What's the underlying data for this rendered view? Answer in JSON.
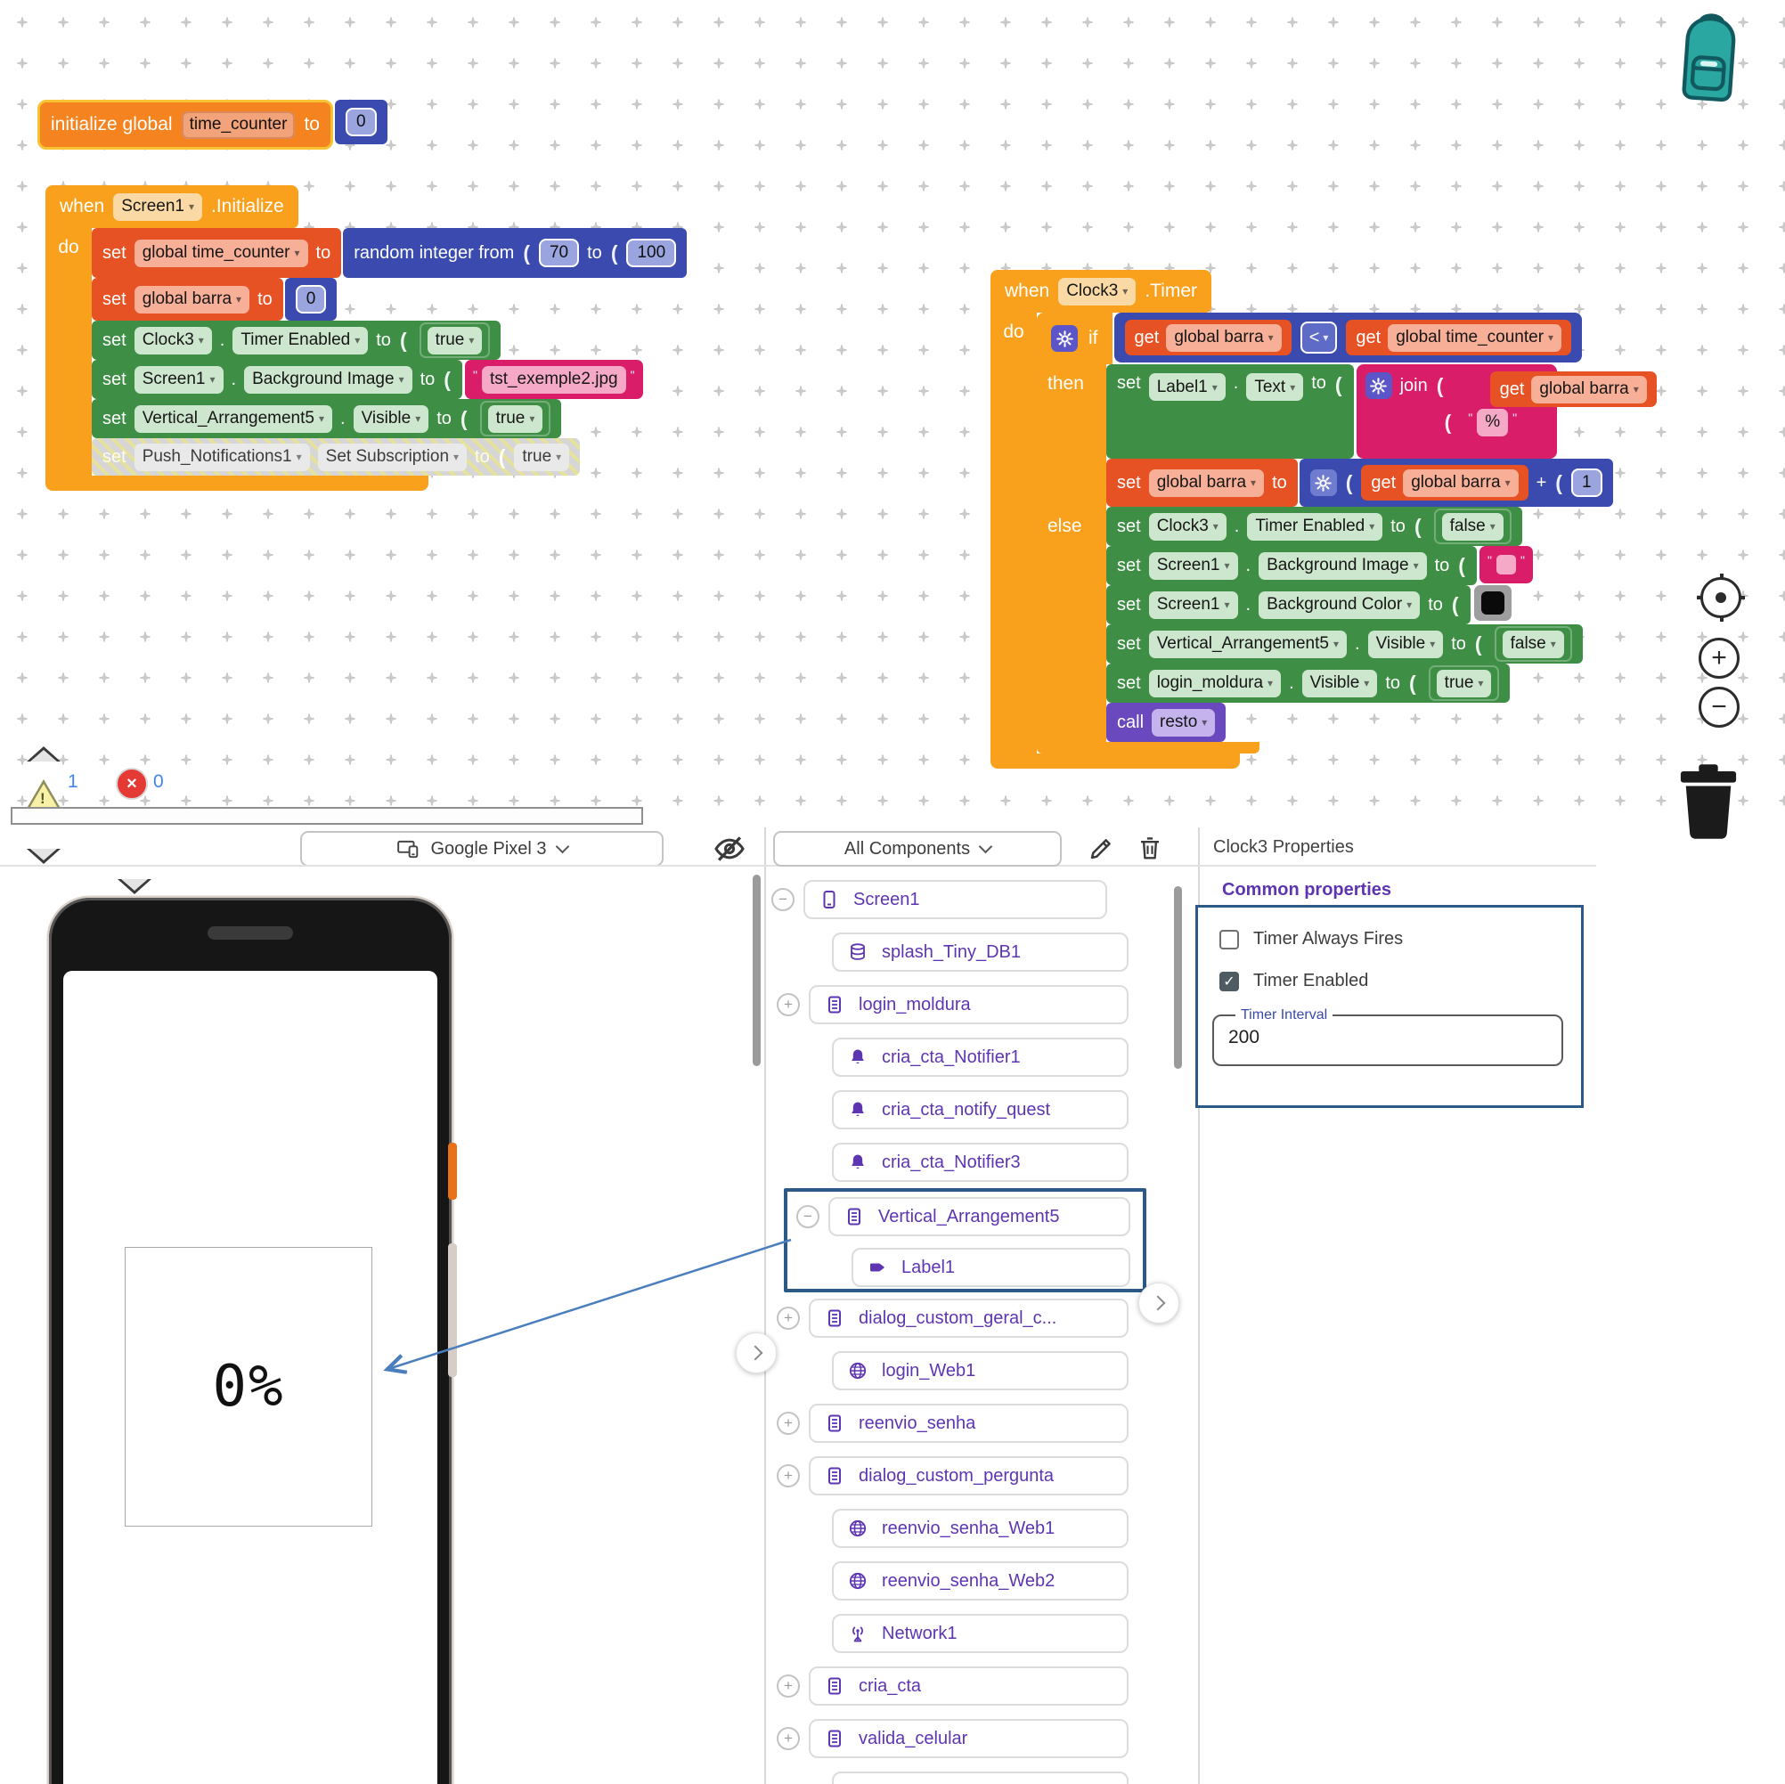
{
  "icons": {
    "dropdown_arrow": "▾",
    "quote": "\"",
    "check": "✓",
    "warning_mark": "!",
    "error_mark": "×",
    "plus": "+",
    "minus": "−"
  },
  "punct": {
    "dot": "."
  },
  "colors": {
    "event_orange": "#F9A11D",
    "variable_red": "#E65224",
    "component_green": "#3E8F45",
    "math_blue": "#3A4AAE",
    "text_pink": "#DA1D68",
    "procedure_purple": "#6A49BE",
    "selection_blue": "#2D5986",
    "component_purple": "#5E35B1"
  },
  "blocks": {
    "init_global": {
      "keyword": "initialize global",
      "name": "time_counter",
      "to": "to",
      "value": "0"
    },
    "screen_init": {
      "when": "when",
      "component": "Screen1",
      "event": ".Initialize",
      "do": "do",
      "set_time_counter": {
        "set": "set",
        "variable": "global time_counter",
        "to": "to",
        "random": "random integer from",
        "from": "70",
        "to_word": "to",
        "to_value": "100"
      },
      "set_barra": {
        "set": "set",
        "variable": "global barra",
        "to": "to",
        "value": "0"
      },
      "set_clock_enabled": {
        "set": "set",
        "component": "Clock3",
        "property": "Timer Enabled",
        "to": "to",
        "value": "true"
      },
      "set_bg_image": {
        "set": "set",
        "component": "Screen1",
        "property": "Background Image",
        "to": "to",
        "value": "tst_exemple2.jpg"
      },
      "set_va_visible": {
        "set": "set",
        "component": "Vertical_Arrangement5",
        "property": "Visible",
        "to": "to",
        "value": "true"
      },
      "set_push": {
        "set": "set",
        "component": "Push_Notifications1",
        "property": "Set Subscription",
        "to": "to",
        "value": "true"
      }
    },
    "clock_timer": {
      "when": "when",
      "component": "Clock3",
      "event": ".Timer",
      "do": "do",
      "if": "if",
      "then": "then",
      "else": "else",
      "cond": {
        "get_a": "get",
        "var_a": "global barra",
        "op": "<",
        "get_b": "get",
        "var_b": "global time_counter"
      },
      "set_label_text": {
        "set": "set",
        "component": "Label1",
        "property": "Text",
        "to": "to",
        "join": "join",
        "get": "get",
        "variable": "global barra",
        "string": "%"
      },
      "inc_barra": {
        "set": "set",
        "variable": "global barra",
        "to": "to",
        "get": "get",
        "get_variable": "global barra",
        "op": "+",
        "value": "1"
      },
      "set_clock_disabled": {
        "set": "set",
        "component": "Clock3",
        "property": "Timer Enabled",
        "to": "to",
        "value": "false"
      },
      "set_bg_image_empty": {
        "set": "set",
        "component": "Screen1",
        "property": "Background Image",
        "to": "to"
      },
      "set_bg_color": {
        "set": "set",
        "component": "Screen1",
        "property": "Background Color",
        "to": "to"
      },
      "set_va_hidden": {
        "set": "set",
        "component": "Vertical_Arrangement5",
        "property": "Visible",
        "to": "to",
        "value": "false"
      },
      "set_login_visible": {
        "set": "set",
        "component": "login_moldura",
        "property": "Visible",
        "to": "to",
        "value": "true"
      },
      "call_resto": {
        "call": "call",
        "procedure": "resto"
      }
    },
    "warning_count": "1",
    "error_count": "0"
  },
  "toolbar": {
    "device": "Google Pixel 3",
    "components_filter": "All Components"
  },
  "phone": {
    "label_text": "0%"
  },
  "tree": {
    "items": [
      {
        "label": "Screen1"
      },
      {
        "label": "splash_Tiny_DB1"
      },
      {
        "label": "login_moldura"
      },
      {
        "label": "cria_cta_Notifier1"
      },
      {
        "label": "cria_cta_notify_quest"
      },
      {
        "label": "cria_cta_Notifier3"
      },
      {
        "label": "Vertical_Arrangement5"
      },
      {
        "label": "Label1"
      },
      {
        "label": "dialog_custom_geral_c..."
      },
      {
        "label": "login_Web1"
      },
      {
        "label": "reenvio_senha"
      },
      {
        "label": "dialog_custom_pergunta"
      },
      {
        "label": "reenvio_senha_Web1"
      },
      {
        "label": "reenvio_senha_Web2"
      },
      {
        "label": "Network1"
      },
      {
        "label": "cria_cta"
      },
      {
        "label": "valida_celular"
      }
    ]
  },
  "properties": {
    "title": "Clock3 Properties",
    "section": "Common properties",
    "timer_always_fires": "Timer Always Fires",
    "timer_enabled": "Timer Enabled",
    "timer_interval_label": "Timer Interval",
    "timer_interval_value": "200"
  }
}
